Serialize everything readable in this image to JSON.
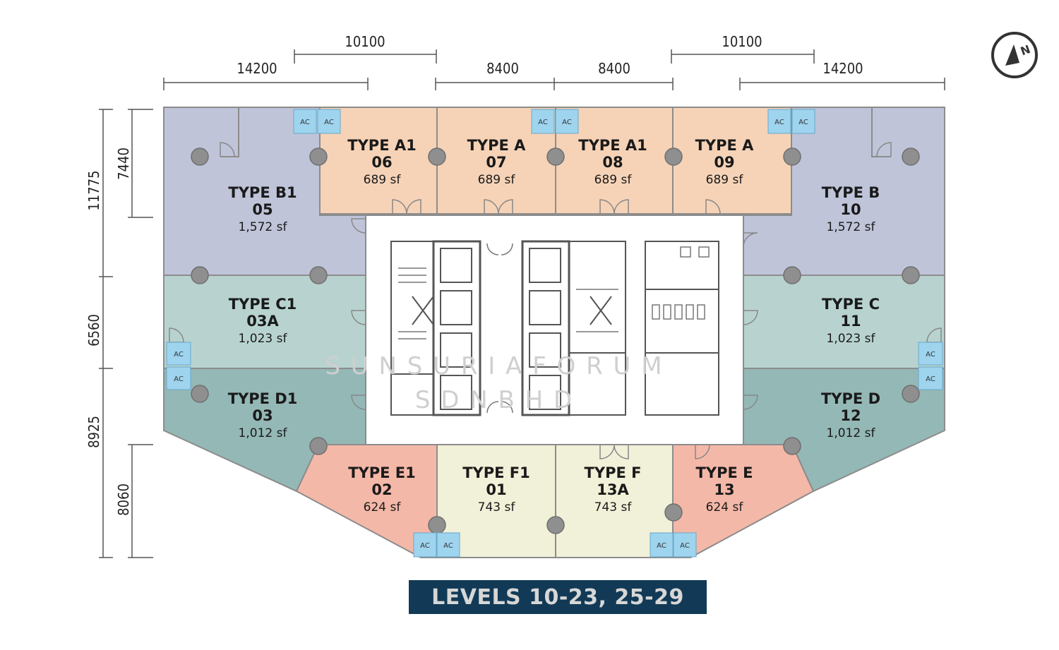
{
  "colors": {
    "type_b": "#bfc4d9",
    "type_a": "#f6d3b7",
    "type_c": "#b8d3cf",
    "type_d": "#94b8b6",
    "type_e": "#f4b8a8",
    "type_f": "#f1f0d8",
    "ac_box": "#9fd4ef",
    "banner_bg": "#123a56",
    "banner_text": "#d7d7d7",
    "outline": "#8c8c8c",
    "column": "#8f8f8f"
  },
  "units": [
    {
      "id": "b1-05",
      "type": "TYPE B1",
      "number": "05",
      "area": "1,572 sf"
    },
    {
      "id": "a1-06",
      "type": "TYPE A1",
      "number": "06",
      "area": "689 sf"
    },
    {
      "id": "a-07",
      "type": "TYPE A",
      "number": "07",
      "area": "689 sf"
    },
    {
      "id": "a1-08",
      "type": "TYPE A1",
      "number": "08",
      "area": "689 sf"
    },
    {
      "id": "a-09",
      "type": "TYPE A",
      "number": "09",
      "area": "689 sf"
    },
    {
      "id": "b-10",
      "type": "TYPE B",
      "number": "10",
      "area": "1,572 sf"
    },
    {
      "id": "c1-03a",
      "type": "TYPE C1",
      "number": "03A",
      "area": "1,023 sf"
    },
    {
      "id": "c-11",
      "type": "TYPE C",
      "number": "11",
      "area": "1,023 sf"
    },
    {
      "id": "d1-03",
      "type": "TYPE D1",
      "number": "03",
      "area": "1,012 sf"
    },
    {
      "id": "d-12",
      "type": "TYPE D",
      "number": "12",
      "area": "1,012 sf"
    },
    {
      "id": "e1-02",
      "type": "TYPE E1",
      "number": "02",
      "area": "624 sf"
    },
    {
      "id": "f1-01",
      "type": "TYPE F1",
      "number": "01",
      "area": "743 sf"
    },
    {
      "id": "f-13a",
      "type": "TYPE F",
      "number": "13A",
      "area": "743 sf"
    },
    {
      "id": "e-13",
      "type": "TYPE E",
      "number": "13",
      "area": "624 sf"
    }
  ],
  "dimensions": {
    "top_upper": [
      "10100",
      "10100"
    ],
    "top_lower": [
      "14200",
      "8400",
      "8400",
      "14200"
    ],
    "left_outer": [
      "11775",
      "6560",
      "8925"
    ],
    "left_inner": [
      "7440",
      "8060"
    ]
  },
  "ac_label": "AC",
  "compass_label": "N",
  "watermark": {
    "line1": "S U N S U R I A   F O R U M",
    "line2": "S D N   B H D"
  },
  "level_label": "LEVELS 10-23, 25-29"
}
